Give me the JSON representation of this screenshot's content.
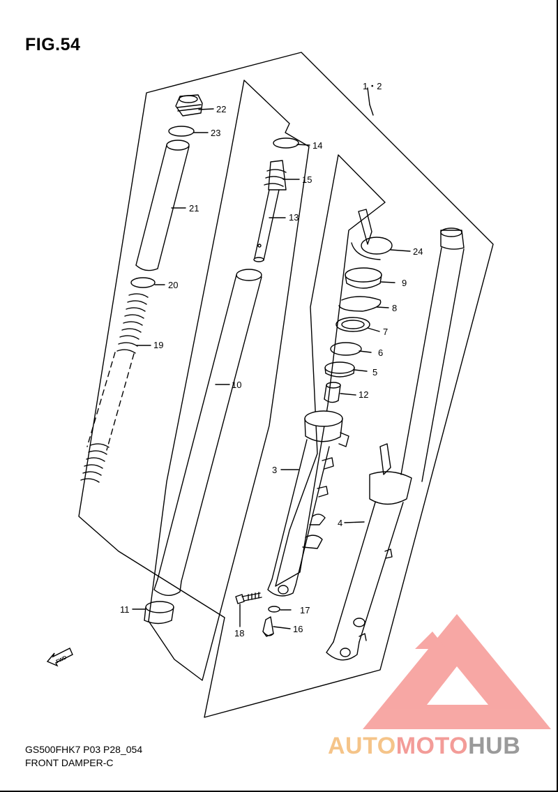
{
  "figure": {
    "title": "FIG.54",
    "model_code": "GS500FHK7 P03 P28_054",
    "caption": "FRONT DAMPER-C"
  },
  "fwd_badge": "FWD",
  "watermark": {
    "part1": "AUTO",
    "part2": "MOTO",
    "part3": "HUB",
    "colors": {
      "auto": "#f5c489",
      "moto": "#f39c98",
      "hub": "#9a9a9a",
      "logo": "#f7a3a0"
    }
  },
  "callouts": {
    "c1_2": "1・2",
    "c3": "3",
    "c4": "4",
    "c5": "5",
    "c6": "6",
    "c7": "7",
    "c8": "8",
    "c9": "9",
    "c10": "10",
    "c11": "11",
    "c12": "12",
    "c13": "13",
    "c14": "14",
    "c15": "15",
    "c16": "16",
    "c17": "17",
    "c18": "18",
    "c19": "19",
    "c20": "20",
    "c21": "21",
    "c22": "22",
    "c23": "23",
    "c24": "24"
  }
}
